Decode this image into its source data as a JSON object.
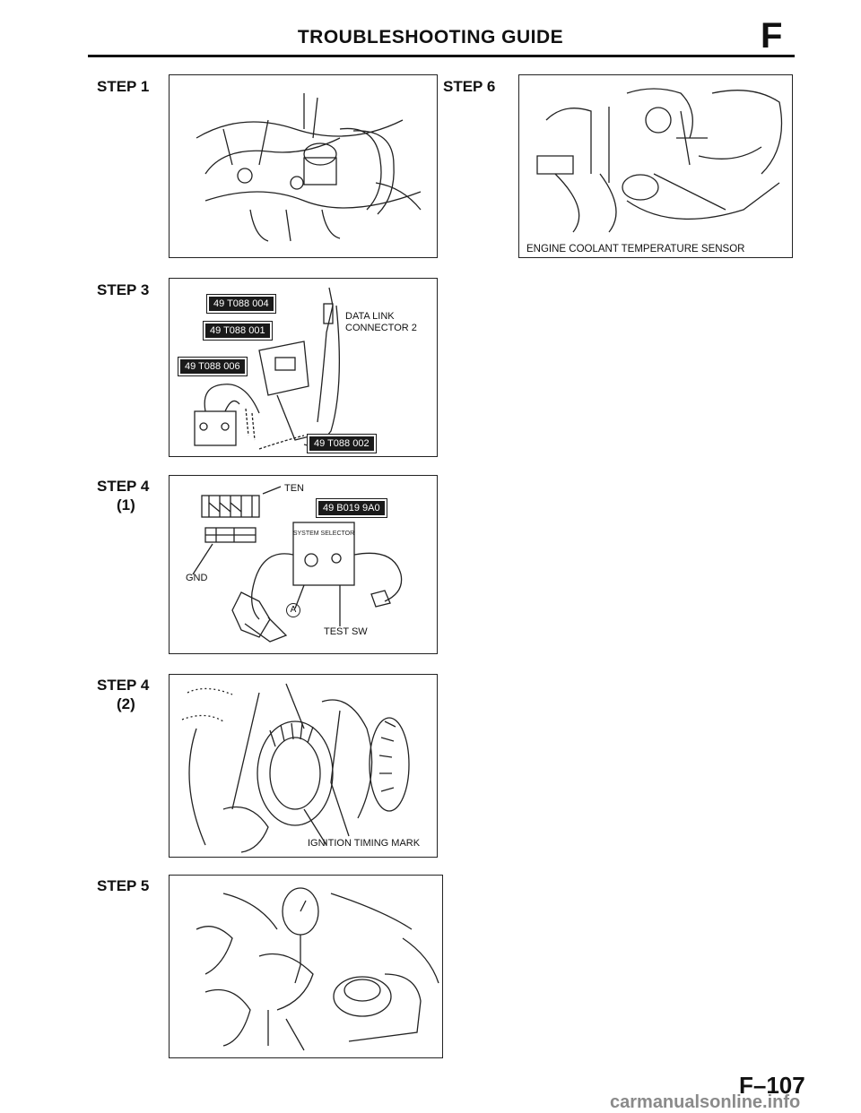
{
  "header": {
    "title": "TROUBLESHOOTING GUIDE",
    "section": "F"
  },
  "steps": {
    "step1": {
      "label": "STEP 1"
    },
    "step3": {
      "label": "STEP 3",
      "tags": [
        "49 T088 004",
        "49 T088 001",
        "49 T088 006",
        "49 T088 002"
      ],
      "callout": [
        "DATA LINK",
        "CONNECTOR 2"
      ]
    },
    "step4_1": {
      "label": "STEP 4",
      "sub": "(1)",
      "tag": "49 B019 9A0",
      "callouts": {
        "ten": "TEN",
        "gnd": "GND",
        "a": "A",
        "test_sw": "TEST SW"
      },
      "tester_label": "SYSTEM SELECTOR"
    },
    "step4_2": {
      "label": "STEP 4",
      "sub": "(2)",
      "callout": "IGNITION TIMING MARK"
    },
    "step5": {
      "label": "STEP 5"
    },
    "step6": {
      "label": "STEP 6",
      "caption": "ENGINE COOLANT TEMPERATURE SENSOR"
    }
  },
  "footer": {
    "page_number": "F–107",
    "watermark": "carmanualsonline.info"
  }
}
